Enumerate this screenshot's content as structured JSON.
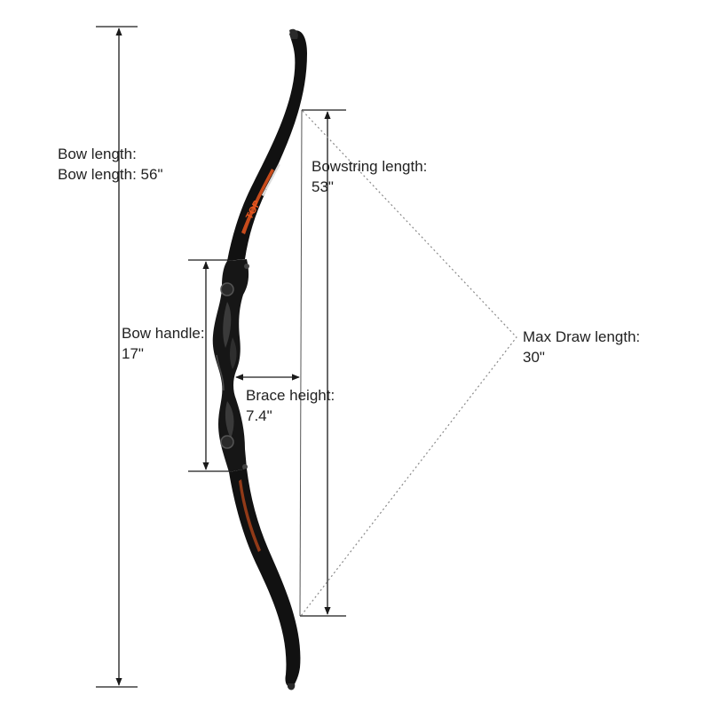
{
  "colors": {
    "bow_body": "#111111",
    "bow_accent": "#e8561e",
    "dimension_line": "#1a1a1a",
    "dotted_line": "#8a8a8a",
    "text": "#222222"
  },
  "bow": {
    "brand_mark": "TOP",
    "icon": "recurve-bow-icon"
  },
  "dimensions": {
    "bow_length": {
      "line1": "Bow length:",
      "line2": "Bow length: 56\""
    },
    "bowstring_length": {
      "line1": "Bowstring length:",
      "line2": "53\""
    },
    "bow_handle": {
      "line1": "Bow handle:",
      "line2": "17\""
    },
    "brace_height": {
      "line1": "Brace height:",
      "line2": "7.4\""
    },
    "max_draw_length": {
      "line1": "Max Draw length:",
      "line2": "30\""
    }
  }
}
